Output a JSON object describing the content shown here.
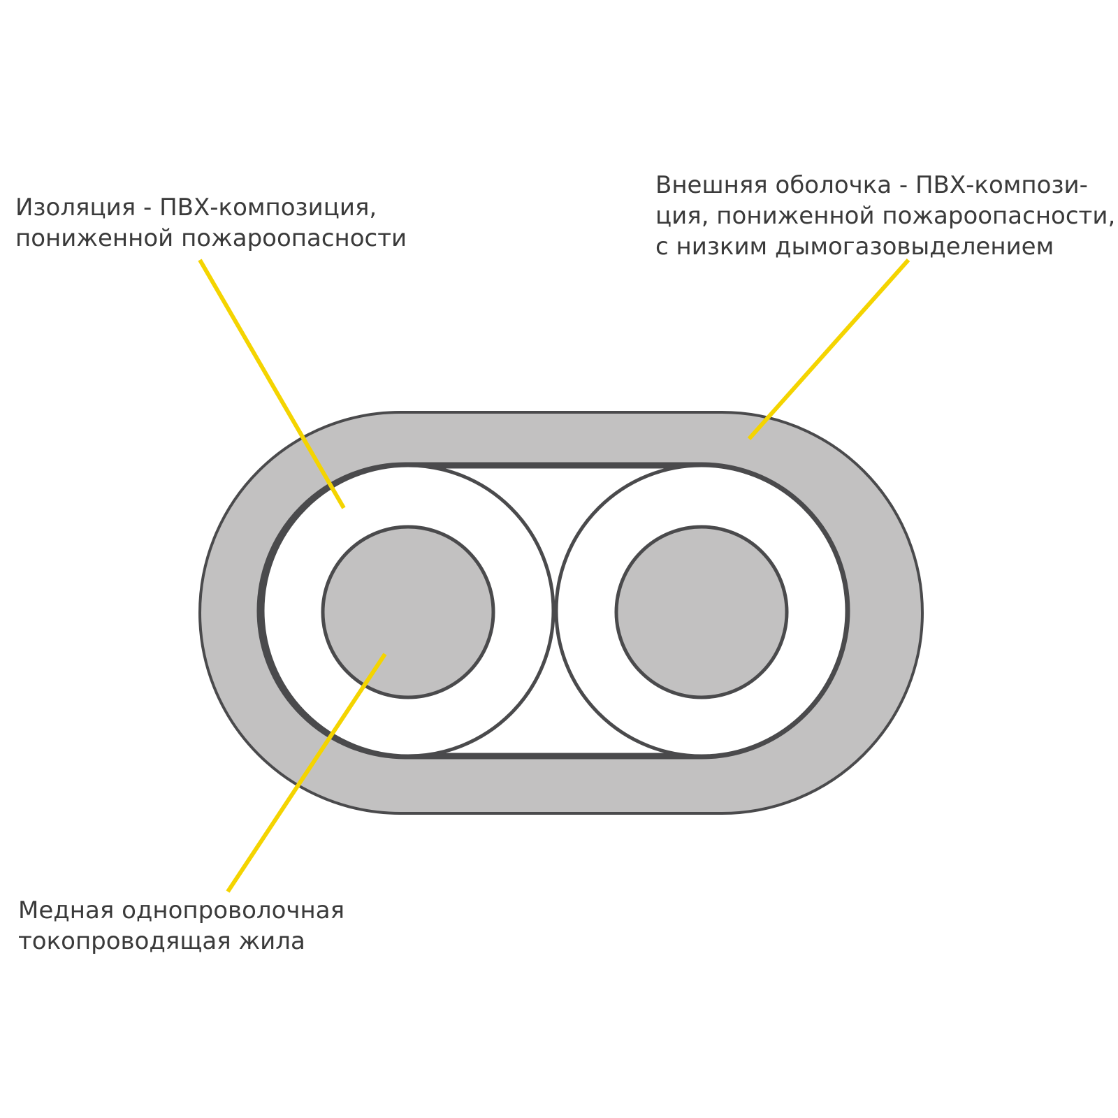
{
  "labels": {
    "insulation": {
      "line1": "Изоляция - ПВХ-композиция,",
      "line2": "пониженной пожароопасности"
    },
    "sheath": {
      "line1": "Внешняя оболочка - ПВХ-компози-",
      "line2": "ция, пониженной пожароопасности,",
      "line3": "с низким дымогазовыделением"
    },
    "core": {
      "line1": "Медная однопроволочная",
      "line2": "токопроводящая жила"
    }
  },
  "colors": {
    "sheath_fill": "#c2c1c1",
    "outline": "#4a4a4c",
    "core_fill": "#c2c1c1",
    "insulation_fill": "#ffffff",
    "leader_line": "#f4d400",
    "text": "#3a3a3a"
  }
}
